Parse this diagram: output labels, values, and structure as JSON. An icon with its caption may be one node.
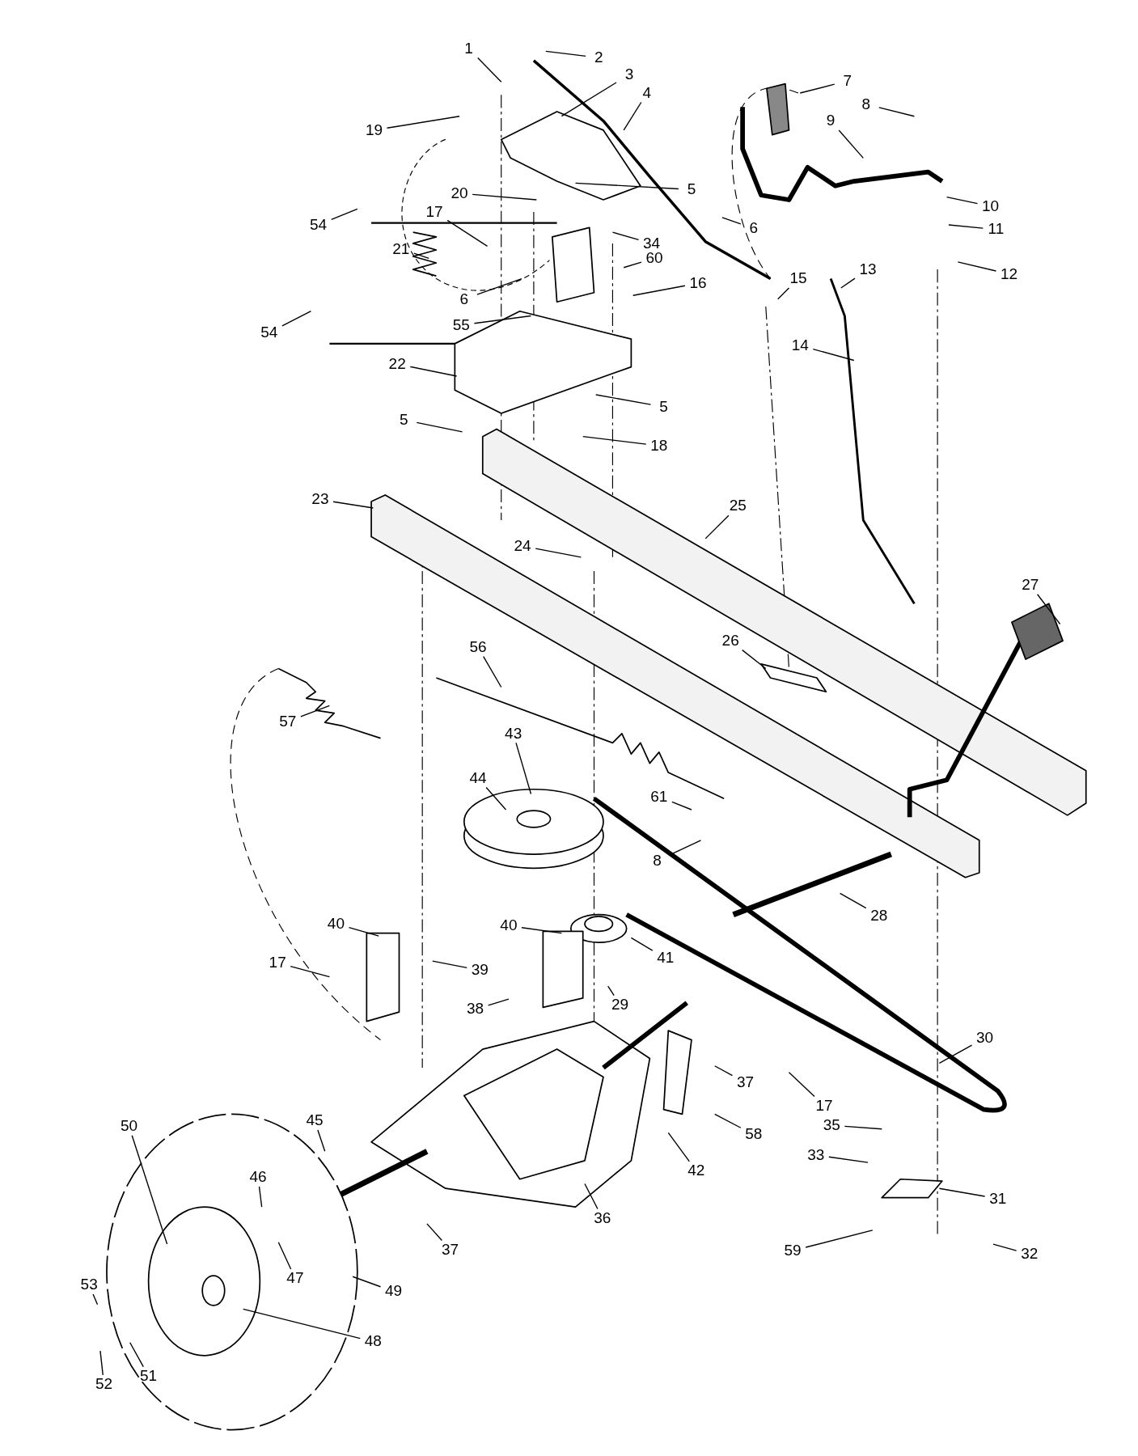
{
  "diagram": {
    "nodes": [
      {
        "text": [
          "1"
        ]
      },
      {
        "text": [
          "2"
        ]
      },
      {
        "text": [
          "3"
        ]
      },
      {
        "text": [
          "4"
        ]
      },
      {
        "text": [
          "7"
        ]
      },
      {
        "text": [
          "8"
        ]
      },
      {
        "text": [
          "9"
        ]
      },
      {
        "text": [
          "19"
        ]
      },
      {
        "text": [
          "5"
        ]
      },
      {
        "text": [
          "20"
        ]
      },
      {
        "text": [
          "10"
        ]
      },
      {
        "text": [
          "6"
        ]
      },
      {
        "text": [
          "54"
        ]
      },
      {
        "text": [
          "17"
        ]
      },
      {
        "text": [
          "11"
        ]
      },
      {
        "text": [
          "34"
        ]
      },
      {
        "text": [
          "21"
        ]
      },
      {
        "text": [
          "60"
        ]
      },
      {
        "text": [
          "12"
        ]
      },
      {
        "text": [
          "15"
        ]
      },
      {
        "text": [
          "13"
        ]
      },
      {
        "text": [
          "6"
        ]
      },
      {
        "text": [
          "16"
        ]
      },
      {
        "text": [
          "55"
        ]
      },
      {
        "text": [
          "54"
        ]
      },
      {
        "text": [
          "14"
        ]
      },
      {
        "text": [
          "22"
        ]
      },
      {
        "text": [
          "5"
        ]
      },
      {
        "text": [
          "5"
        ]
      },
      {
        "text": [
          "18"
        ]
      },
      {
        "text": [
          "23"
        ]
      },
      {
        "text": [
          "25"
        ]
      },
      {
        "text": [
          "24"
        ]
      },
      {
        "text": [
          "27"
        ]
      },
      {
        "text": [
          "26"
        ]
      },
      {
        "text": [
          "56"
        ]
      },
      {
        "text": [
          "57"
        ]
      },
      {
        "text": [
          "43"
        ]
      },
      {
        "text": [
          "44"
        ]
      },
      {
        "text": [
          "61"
        ]
      },
      {
        "text": [
          "8"
        ]
      },
      {
        "text": [
          "28"
        ]
      },
      {
        "text": [
          "40"
        ]
      },
      {
        "text": [
          "40"
        ]
      },
      {
        "text": [
          "17"
        ]
      },
      {
        "text": [
          "39"
        ]
      },
      {
        "text": [
          "41"
        ]
      },
      {
        "text": [
          "38"
        ]
      },
      {
        "text": [
          "29"
        ]
      },
      {
        "text": [
          "30"
        ]
      },
      {
        "text": [
          "37"
        ]
      },
      {
        "text": [
          "17"
        ]
      },
      {
        "text": [
          "35"
        ]
      },
      {
        "text": [
          "58"
        ]
      },
      {
        "text": [
          "45"
        ]
      },
      {
        "text": [
          "50"
        ]
      },
      {
        "text": [
          "42"
        ]
      },
      {
        "text": [
          "33"
        ]
      },
      {
        "text": [
          "46"
        ]
      },
      {
        "text": [
          "31"
        ]
      },
      {
        "text": [
          "36"
        ]
      },
      {
        "text": [
          "37"
        ]
      },
      {
        "text": [
          "59"
        ]
      },
      {
        "text": [
          "32"
        ]
      },
      {
        "text": [
          "47"
        ]
      },
      {
        "text": [
          "53"
        ]
      },
      {
        "text": [
          "49"
        ]
      },
      {
        "text": [
          "48"
        ]
      },
      {
        "text": [
          "51"
        ]
      },
      {
        "text": [
          "52"
        ]
      }
    ],
    "edges": [
      {
        "from": 0,
        "to": null,
        "arrow": "none"
      },
      {
        "from": 1,
        "to": null,
        "arrow": "none"
      },
      {
        "from": 2,
        "to": null,
        "arrow": "none"
      },
      {
        "from": 3,
        "to": null,
        "arrow": "none"
      },
      {
        "from": 4,
        "to": null,
        "arrow": "none"
      },
      {
        "from": 5,
        "to": null,
        "arrow": "none"
      },
      {
        "from": 6,
        "to": null,
        "arrow": "none"
      },
      {
        "from": 7,
        "to": null,
        "arrow": "none"
      },
      {
        "from": 8,
        "to": null,
        "arrow": "none"
      },
      {
        "from": 9,
        "to": null,
        "arrow": "none"
      },
      {
        "from": 10,
        "to": null,
        "arrow": "none"
      },
      {
        "from": 11,
        "to": null,
        "arrow": "none"
      },
      {
        "from": 12,
        "to": null,
        "arrow": "none"
      },
      {
        "from": 13,
        "to": null,
        "arrow": "none"
      },
      {
        "from": 14,
        "to": null,
        "arrow": "none"
      },
      {
        "from": 15,
        "to": null,
        "arrow": "none"
      },
      {
        "from": 16,
        "to": null,
        "arrow": "none"
      },
      {
        "from": 17,
        "to": null,
        "arrow": "none"
      },
      {
        "from": 18,
        "to": null,
        "arrow": "none"
      },
      {
        "from": 19,
        "to": null,
        "arrow": "none"
      },
      {
        "from": 20,
        "to": null,
        "arrow": "none"
      },
      {
        "from": 21,
        "to": null,
        "arrow": "none"
      },
      {
        "from": 22,
        "to": null,
        "arrow": "none"
      },
      {
        "from": 23,
        "to": null,
        "arrow": "none"
      },
      {
        "from": 24,
        "to": null,
        "arrow": "none"
      },
      {
        "from": 25,
        "to": null,
        "arrow": "none"
      },
      {
        "from": 26,
        "to": null,
        "arrow": "none"
      },
      {
        "from": 27,
        "to": null,
        "arrow": "none"
      },
      {
        "from": 28,
        "to": null,
        "arrow": "none"
      },
      {
        "from": 29,
        "to": null,
        "arrow": "none"
      },
      {
        "from": 30,
        "to": null,
        "arrow": "none"
      },
      {
        "from": 31,
        "to": null,
        "arrow": "none"
      },
      {
        "from": 32,
        "to": null,
        "arrow": "none"
      },
      {
        "from": 33,
        "to": null,
        "arrow": "none"
      },
      {
        "from": 34,
        "to": null,
        "arrow": "none"
      },
      {
        "from": 35,
        "to": null,
        "arrow": "none"
      },
      {
        "from": 36,
        "to": null,
        "arrow": "none"
      },
      {
        "from": 37,
        "to": null,
        "arrow": "none"
      },
      {
        "from": 38,
        "to": null,
        "arrow": "none"
      },
      {
        "from": 39,
        "to": null,
        "arrow": "none"
      },
      {
        "from": 40,
        "to": null,
        "arrow": "none"
      },
      {
        "from": 41,
        "to": null,
        "arrow": "none"
      },
      {
        "from": 42,
        "to": null,
        "arrow": "none"
      },
      {
        "from": 43,
        "to": null,
        "arrow": "none"
      },
      {
        "from": 44,
        "to": null,
        "arrow": "none"
      },
      {
        "from": 45,
        "to": null,
        "arrow": "none"
      },
      {
        "from": 46,
        "to": null,
        "arrow": "none"
      },
      {
        "from": 47,
        "to": null,
        "arrow": "none"
      },
      {
        "from": 48,
        "to": null,
        "arrow": "none"
      },
      {
        "from": 49,
        "to": null,
        "arrow": "none"
      },
      {
        "from": 50,
        "to": null,
        "arrow": "none"
      },
      {
        "from": 51,
        "to": null,
        "arrow": "none"
      },
      {
        "from": 52,
        "to": null,
        "arrow": "none"
      },
      {
        "from": 53,
        "to": null,
        "arrow": "none"
      },
      {
        "from": 54,
        "to": null,
        "arrow": "none"
      },
      {
        "from": 55,
        "to": null,
        "arrow": "none"
      },
      {
        "from": 56,
        "to": null,
        "arrow": "none"
      },
      {
        "from": 57,
        "to": null,
        "arrow": "none"
      },
      {
        "from": 58,
        "to": null,
        "arrow": "none"
      },
      {
        "from": 59,
        "to": null,
        "arrow": "none"
      },
      {
        "from": 60,
        "to": null,
        "arrow": "none"
      },
      {
        "from": 61,
        "to": null,
        "arrow": "none"
      },
      {
        "from": 62,
        "to": null,
        "arrow": "none"
      },
      {
        "from": 63,
        "to": null,
        "arrow": "none"
      },
      {
        "from": 64,
        "to": null,
        "arrow": "none"
      },
      {
        "from": 65,
        "to": null,
        "arrow": "none"
      },
      {
        "from": 66,
        "to": null,
        "arrow": "none"
      },
      {
        "from": 67,
        "to": null,
        "arrow": "none"
      },
      {
        "from": 68,
        "to": null,
        "arrow": "none"
      },
      {
        "from": 69,
        "to": null,
        "arrow": "none"
      }
    ]
  }
}
